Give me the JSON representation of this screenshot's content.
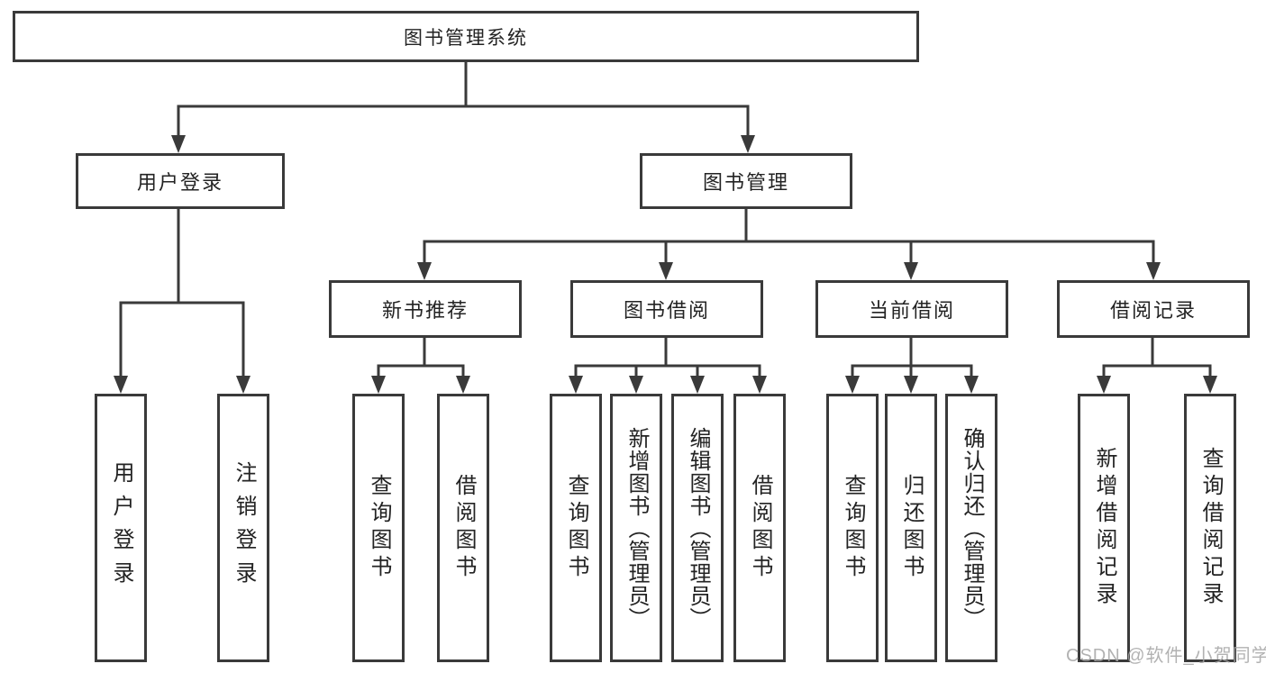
{
  "diagram": {
    "title": "图书管理系统",
    "root": {
      "label": "图书管理系统",
      "children": [
        {
          "label": "用户登录",
          "children": [
            {
              "label": "用户登录"
            },
            {
              "label": "注销登录"
            }
          ]
        },
        {
          "label": "图书管理",
          "children": [
            {
              "label": "新书推荐",
              "children": [
                {
                  "label": "查询图书"
                },
                {
                  "label": "借阅图书"
                }
              ]
            },
            {
              "label": "图书借阅",
              "children": [
                {
                  "label": "查询图书"
                },
                {
                  "label": "新增图书（管理员）"
                },
                {
                  "label": "编辑图书（管理员）"
                },
                {
                  "label": "借阅图书"
                }
              ]
            },
            {
              "label": "当前借阅",
              "children": [
                {
                  "label": "查询图书"
                },
                {
                  "label": "归还图书"
                },
                {
                  "label": "确认归还（管理员）"
                }
              ]
            },
            {
              "label": "借阅记录",
              "children": [
                {
                  "label": "新增借阅记录"
                },
                {
                  "label": "查询借阅记录"
                }
              ]
            }
          ]
        }
      ]
    }
  },
  "watermark": {
    "text": "CSDN @软件_小贺同学",
    "color": "#a5a5a5"
  },
  "colors": {
    "line": "#3a3a3a",
    "box_border": "#3a3a3a",
    "text": "#232323",
    "background": "#ffffff"
  }
}
